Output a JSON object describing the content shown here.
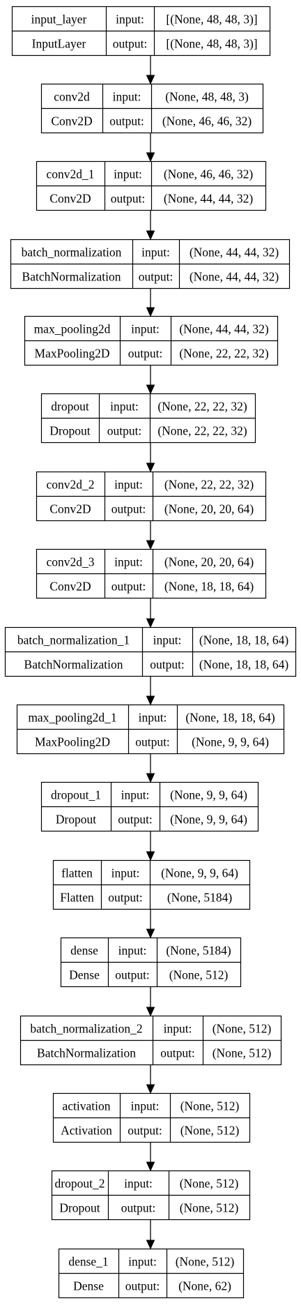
{
  "layers": [
    {
      "name": "input_layer",
      "type": "InputLayer",
      "input": "[(None, 48, 48, 3)]",
      "output": "[(None, 48, 48, 3)]"
    },
    {
      "name": "conv2d",
      "type": "Conv2D",
      "input": "(None, 48, 48, 3)",
      "output": "(None, 46, 46, 32)"
    },
    {
      "name": "conv2d_1",
      "type": "Conv2D",
      "input": "(None, 46, 46, 32)",
      "output": "(None, 44, 44, 32)"
    },
    {
      "name": "batch_normalization",
      "type": "BatchNormalization",
      "input": "(None, 44, 44, 32)",
      "output": "(None, 44, 44, 32)"
    },
    {
      "name": "max_pooling2d",
      "type": "MaxPooling2D",
      "input": "(None, 44, 44, 32)",
      "output": "(None, 22, 22, 32)"
    },
    {
      "name": "dropout",
      "type": "Dropout",
      "input": "(None, 22, 22, 32)",
      "output": "(None, 22, 22, 32)"
    },
    {
      "name": "conv2d_2",
      "type": "Conv2D",
      "input": "(None, 22, 22, 32)",
      "output": "(None, 20, 20, 64)"
    },
    {
      "name": "conv2d_3",
      "type": "Conv2D",
      "input": "(None, 20, 20, 64)",
      "output": "(None, 18, 18, 64)"
    },
    {
      "name": "batch_normalization_1",
      "type": "BatchNormalization",
      "input": "(None, 18, 18, 64)",
      "output": "(None, 18, 18, 64)"
    },
    {
      "name": "max_pooling2d_1",
      "type": "MaxPooling2D",
      "input": "(None, 18, 18, 64)",
      "output": "(None, 9, 9, 64)"
    },
    {
      "name": "dropout_1",
      "type": "Dropout",
      "input": "(None, 9, 9, 64)",
      "output": "(None, 9, 9, 64)"
    },
    {
      "name": "flatten",
      "type": "Flatten",
      "input": "(None, 9, 9, 64)",
      "output": "(None, 5184)"
    },
    {
      "name": "dense",
      "type": "Dense",
      "input": "(None, 5184)",
      "output": "(None, 512)"
    },
    {
      "name": "batch_normalization_2",
      "type": "BatchNormalization",
      "input": "(None, 512)",
      "output": "(None, 512)"
    },
    {
      "name": "activation",
      "type": "Activation",
      "input": "(None, 512)",
      "output": "(None, 512)"
    },
    {
      "name": "dropout_2",
      "type": "Dropout",
      "input": "(None, 512)",
      "output": "(None, 512)"
    },
    {
      "name": "dense_1",
      "type": "Dense",
      "input": "(None, 512)",
      "output": "(None, 62)"
    }
  ],
  "port_labels": {
    "input": "input:",
    "output": "output:"
  },
  "colors": {
    "stroke": "#000000",
    "background": "#ffffff",
    "text": "#000000"
  }
}
